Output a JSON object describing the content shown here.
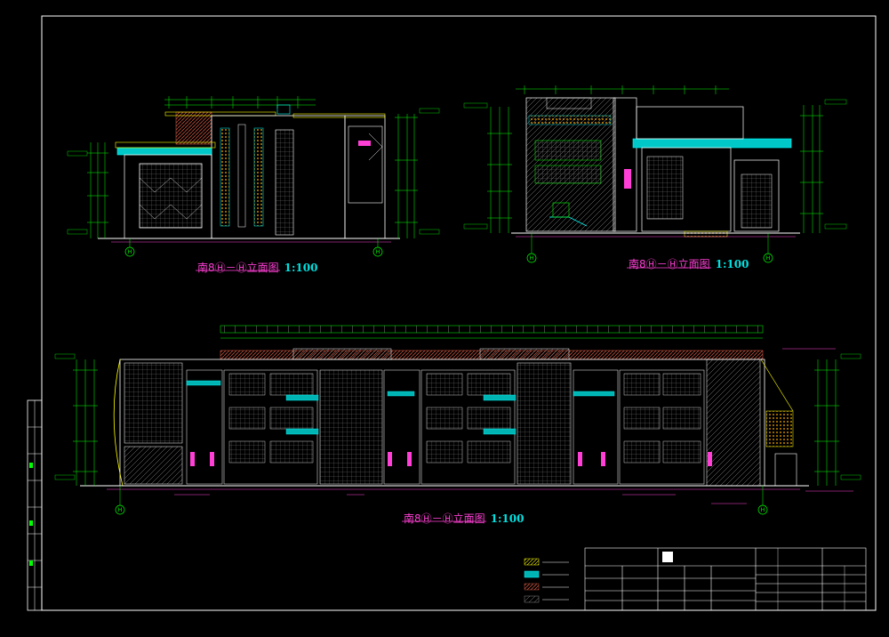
{
  "drawing": {
    "views": [
      {
        "id": "view-top-left",
        "title": "南8Ⓗ－Ⓗ立面图",
        "scale": "1:100"
      },
      {
        "id": "view-top-right",
        "title": "南8Ⓗ－Ⓗ立面图",
        "scale": "1:100"
      },
      {
        "id": "view-bottom",
        "title": "南8Ⓗ－Ⓗ立面图",
        "scale": "1:100"
      }
    ],
    "axis_labels": {
      "tl_left": "H",
      "tl_right": "H",
      "tr_left": "H",
      "tr_right": "H",
      "bt_left": "H",
      "bt_right": "H"
    },
    "colors": {
      "background": "#000000",
      "frame": "#ffffff",
      "green": "#00ff00",
      "cyan": "#00ffff",
      "yellow": "#ffff00",
      "magenta": "#ff3fd5",
      "red_brown": "#a0281e",
      "gray": "#8a8a8a"
    },
    "legend": {
      "items": [
        {
          "swatch": "hatch-yellow"
        },
        {
          "swatch": "cyan"
        },
        {
          "swatch": "red"
        },
        {
          "swatch": "gray"
        }
      ]
    }
  }
}
